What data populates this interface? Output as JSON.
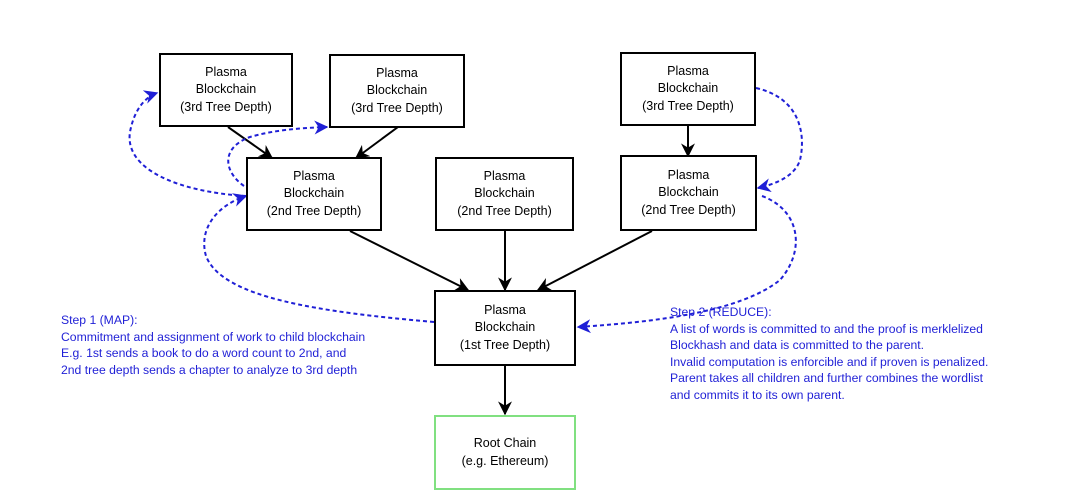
{
  "colors": {
    "arrow": "#000000",
    "annotation": "#1f1fd6",
    "root_border": "#80e080"
  },
  "nodes": {
    "d3_left": [
      "Plasma",
      "Blockchain",
      "(3rd Tree Depth)"
    ],
    "d3_mid": [
      "Plasma",
      "Blockchain",
      "(3rd Tree Depth)"
    ],
    "d3_right": [
      "Plasma",
      "Blockchain",
      "(3rd Tree Depth)"
    ],
    "d2_left": [
      "Plasma",
      "Blockchain",
      "(2nd Tree Depth)"
    ],
    "d2_mid": [
      "Plasma",
      "Blockchain",
      "(2nd Tree Depth)"
    ],
    "d2_right": [
      "Plasma",
      "Blockchain",
      "(2nd Tree Depth)"
    ],
    "d1": [
      "Plasma",
      "Blockchain",
      "(1st Tree Depth)"
    ],
    "root": [
      "Root Chain",
      "(e.g. Ethereum)"
    ]
  },
  "annotations": {
    "map": [
      "Step 1 (MAP):",
      "Commitment and assignment of work to child blockchain",
      "E.g. 1st sends a book to do a word count to 2nd, and",
      "2nd tree depth sends a chapter to analyze to 3rd depth"
    ],
    "reduce": [
      "Step 2 (REDUCE):",
      "A list of words is committed to and the proof is merklelized",
      "Blockhash and data is committed to the parent.",
      "Invalid computation is enforcible and if proven is penalized.",
      "Parent takes all children and further combines the wordlist",
      "and commits it to its own parent."
    ]
  }
}
